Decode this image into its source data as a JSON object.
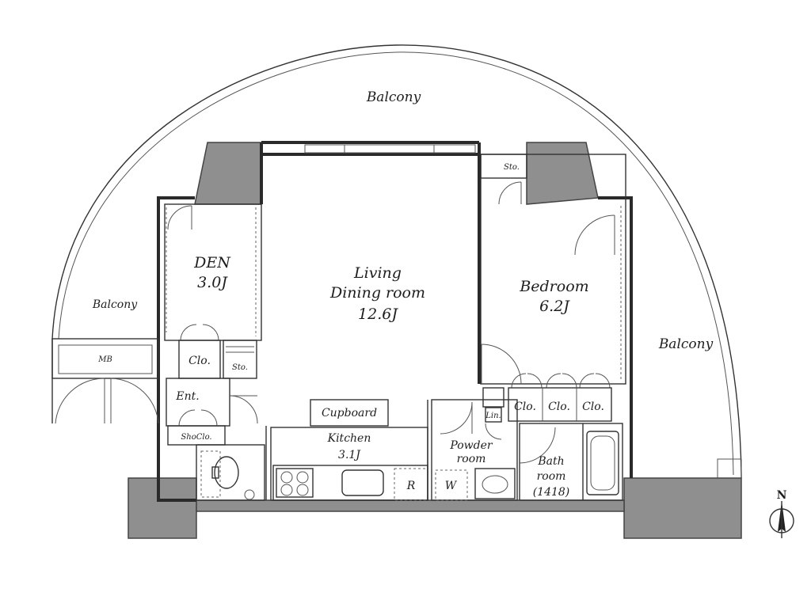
{
  "labels": {
    "balcony_top": "Balcony",
    "balcony_left": "Balcony",
    "balcony_right": "Balcony",
    "den_name": "DEN",
    "den_size": "3.0J",
    "living_line1": "Living",
    "living_line2": "Dining room",
    "living_size": "12.6J",
    "bedroom_name": "Bedroom",
    "bedroom_size": "6.2J",
    "mb": "MB",
    "den_closet": "Clo.",
    "den_storage": "Sto.",
    "entrance": "Ent.",
    "shoe_closet": "ShoClo.",
    "storage_top": "Sto.",
    "cupboard": "Cupboard",
    "kitchen_name": "Kitchen",
    "kitchen_size": "3.1J",
    "refrigerator": "R",
    "powder_line1": "Powder",
    "powder_line2": "room",
    "washer": "W",
    "linen": "Lin.",
    "bed_closet_1": "Clo.",
    "bed_closet_2": "Clo.",
    "bed_closet_3": "Clo.",
    "bath_line1": "Bath",
    "bath_line2": "room",
    "bath_size": "(1418)",
    "north": "N"
  },
  "colors": {
    "wall": "#2a2a2a",
    "structural_mass": "#8f8f8f",
    "background": "#ffffff"
  },
  "icons": {
    "compass": "north-arrow-icon",
    "stove": "gas-stove-icon",
    "sink": "sink-icon",
    "toilet": "toilet-icon",
    "bathtub": "bathtub-icon"
  }
}
